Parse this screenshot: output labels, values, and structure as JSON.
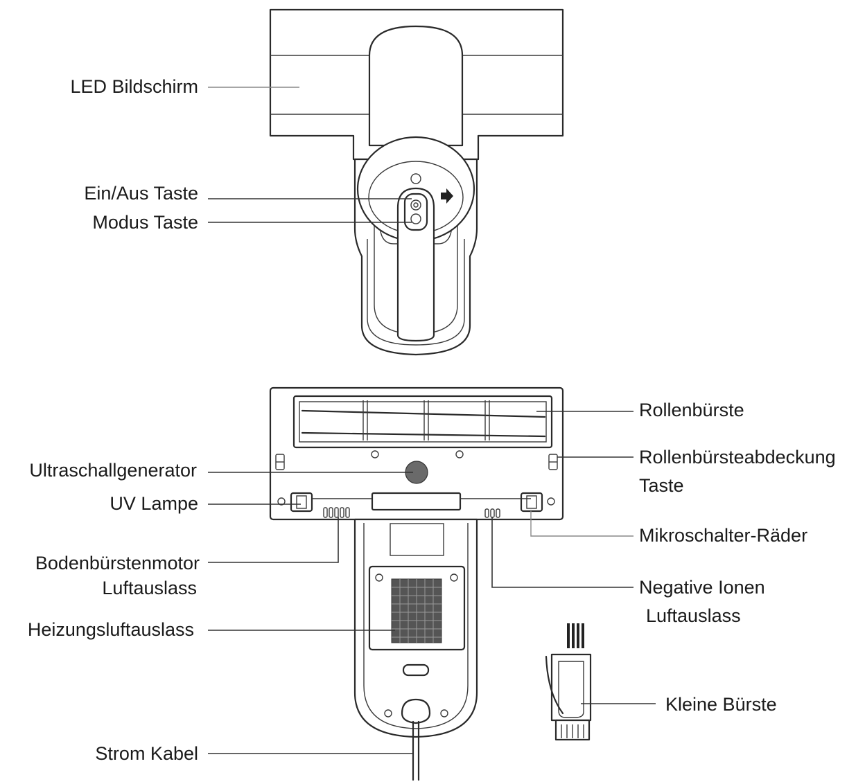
{
  "labels": {
    "led_screen": "LED Bildschirm",
    "power_button": "Ein/Aus Taste",
    "mode_button": "Modus Taste",
    "roller_brush": "Rollenbürste",
    "roller_cover_line1": "Rollenbürsteabdeckung",
    "roller_cover_line2": "Taste",
    "ultrasonic": "Ultraschallgenerator",
    "uv_lamp": "UV Lampe",
    "microswitch_wheels": "Mikroschalter-Räder",
    "floor_motor_line1": "Bodenbürstenmotor",
    "floor_motor_line2": "Luftauslass",
    "negative_ions_line1": "Negative Ionen",
    "negative_ions_line2": "Luftauslass",
    "heating_outlet": "Heizungsluftauslass",
    "small_brush": "Kleine Bürste",
    "power_cable": "Strom Kabel"
  }
}
